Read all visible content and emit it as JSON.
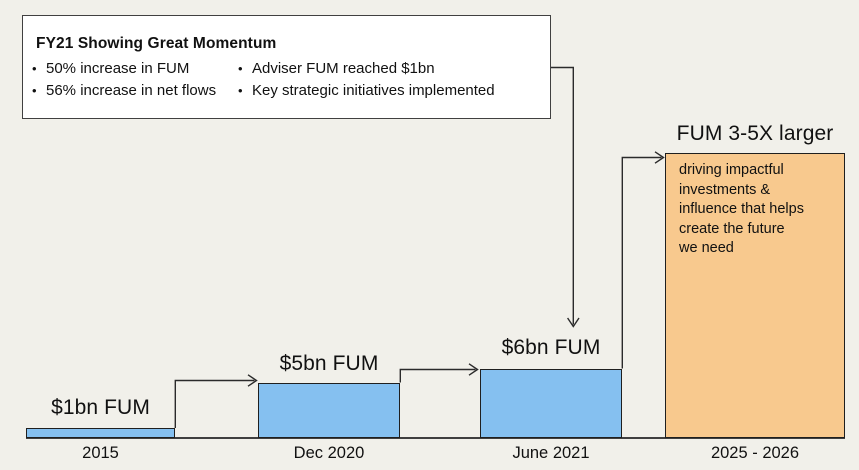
{
  "callout": {
    "title": "FY21 Showing Great Momentum",
    "bullets_left": [
      "50% increase in FUM",
      "56% increase in net flows"
    ],
    "bullets_right": [
      "Adviser FUM reached $1bn",
      "Key strategic initiatives implemented"
    ]
  },
  "chart_data": {
    "type": "bar",
    "categories": [
      "2015",
      "Dec 2020",
      "June 2021",
      "2025 - 2026"
    ],
    "series": [
      {
        "name": "FUM ($bn)",
        "values": [
          1,
          5,
          6,
          null
        ]
      }
    ],
    "bar_value_labels": [
      "$1bn FUM",
      "$5bn FUM",
      "$6bn FUM",
      "FUM 3-5X larger"
    ],
    "units": "$bn",
    "grid": false,
    "legend": "none",
    "axis": "baseline only, bars not drawn to scale",
    "projection": {
      "category": "2025 - 2026",
      "label": "FUM 3-5X larger",
      "multiplier_range": [
        3,
        5
      ],
      "note": "driving impactful investments & influence that helps create the future we need",
      "note_lines": [
        "driving impactful",
        "investments &",
        "influence that helps",
        "create the future",
        "we need"
      ]
    },
    "annotations": [
      "callout box points down to the June 2021 bar",
      "step arrows connect each bar to the next"
    ]
  },
  "colors": {
    "background": "#F1F0EA",
    "bar_blue": "#85C0F0",
    "bar_orange": "#F8C98E",
    "line": "#2b2b2b",
    "box_border": "#404040",
    "text": "#111111"
  }
}
